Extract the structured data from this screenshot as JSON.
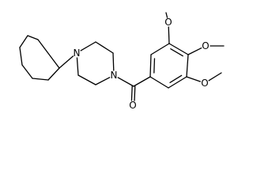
{
  "atoms": {
    "n1": {
      "symbol": "N"
    },
    "n2": {
      "symbol": "N"
    },
    "o_carbonyl": {
      "symbol": "O"
    },
    "o_meta_top": {
      "symbol": "O"
    },
    "o_para": {
      "symbol": "O"
    },
    "o_meta_bottom": {
      "symbol": "O"
    }
  },
  "colors": {
    "bond": "#000000",
    "background": "#ffffff"
  }
}
